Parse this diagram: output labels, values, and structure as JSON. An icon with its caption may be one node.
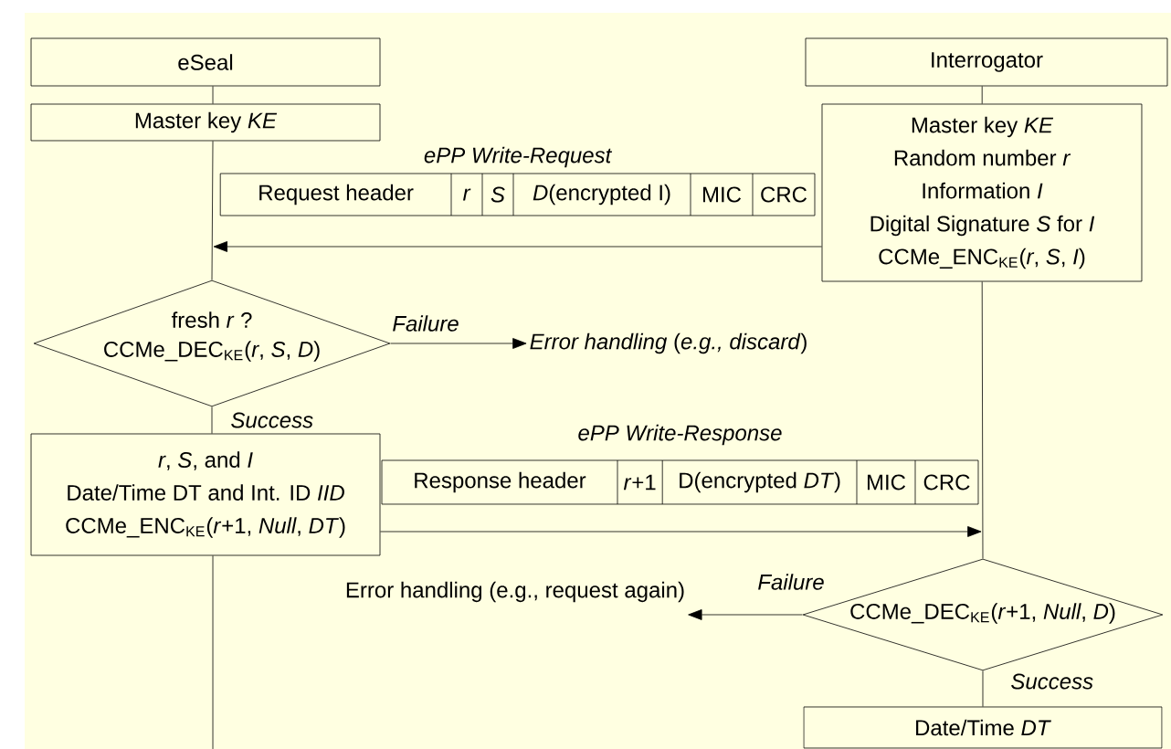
{
  "diagram": {
    "nodes": [
      {
        "text": [
          "eSeal"
        ]
      },
      {
        "text": [
          "Interrogator"
        ]
      },
      {
        "text": [
          "Master key *KE*"
        ]
      },
      {
        "text": [
          "Master key *KE*",
          "Random number *r*",
          "Information *I*",
          "Digital Signature *S* for *I*",
          "CCMe_ENC$_{KE}$(*r*, *S*, *I*)"
        ]
      },
      {
        "text": [
          "ePP Write-Request",
          "Request header",
          "*r*",
          "*S*",
          "*D*(encrypted I)",
          "MIC",
          "CRC"
        ]
      },
      {
        "text": [
          "fresh *r* ?",
          "CCMe_DEC$_{KE}$(*r*, *S*, *D*)"
        ]
      },
      {
        "text": [
          "*Error handling* (*e.g., discard*)"
        ]
      },
      {
        "text": [
          "*r*, *S*, and *I*",
          "Date/Time DT and Int. ID *IID*",
          "CCMe_ENC$_{KE}$(*r*+1, *Null*, *DT*)"
        ]
      },
      {
        "text": [
          "ePP Write-Response",
          "Response header",
          "*r*+1",
          "D(encrypted *DT*)",
          "MIC",
          "CRC"
        ]
      },
      {
        "text": [
          "CCMe_DEC$_{KE}$(*r*+1, *Null*, *D*)"
        ]
      },
      {
        "text": [
          "Error handling (e.g., request again)"
        ]
      },
      {
        "text": [
          "Date/Time *DT*"
        ]
      }
    ],
    "edges": [
      {
        "from": 0,
        "to": 2,
        "arrow": "none"
      },
      {
        "from": 1,
        "to": 3,
        "arrow": "none"
      },
      {
        "from": 2,
        "to": 5,
        "arrow": "none"
      },
      {
        "from": 3,
        "to": null,
        "arrow": "to"
      },
      {
        "from": 5,
        "to": 6,
        "arrow": "to",
        "label": "Failure"
      },
      {
        "from": 5,
        "to": 7,
        "arrow": "none",
        "label": "Success"
      },
      {
        "from": 7,
        "to": null,
        "arrow": "none"
      },
      {
        "from": 7,
        "to": null,
        "arrow": "to"
      },
      {
        "from": 3,
        "to": 9,
        "arrow": "none"
      },
      {
        "from": 9,
        "to": 10,
        "arrow": "to",
        "label": "Failure"
      },
      {
        "from": 9,
        "to": 11,
        "arrow": "none",
        "label": "Success"
      }
    ]
  }
}
